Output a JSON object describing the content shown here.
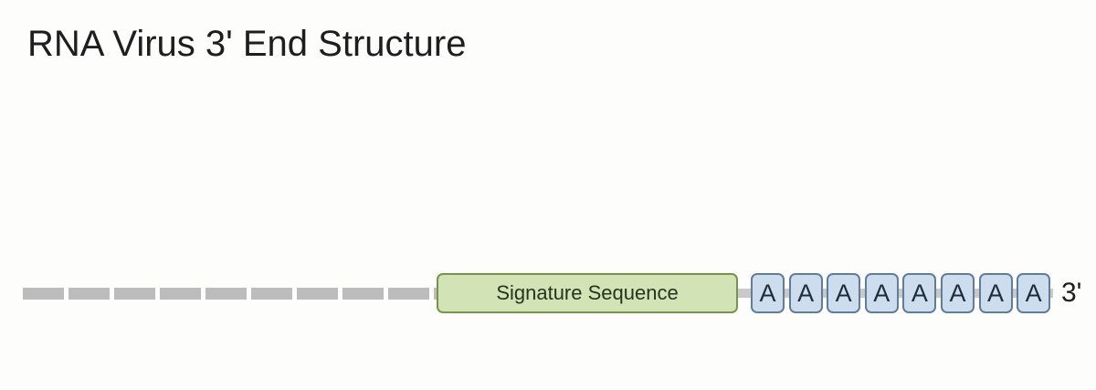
{
  "page": {
    "title": "RNA Virus 3' End Structure",
    "background_color": "#fdfdfc",
    "title_color": "#1e1e1e"
  },
  "diagram": {
    "upstream_rna_line": {
      "style": "dashed",
      "color": "#bcbcbc",
      "dash_count": 10
    },
    "connector_line": {
      "color": "#c9c9c9"
    },
    "signature_box": {
      "label": "Signature Sequence",
      "fill_color": "#d2e3b6",
      "border_color": "#78954e",
      "text_color": "#24341f"
    },
    "poly_a_tail": {
      "units": [
        "A",
        "A",
        "A",
        "A",
        "A",
        "A",
        "A",
        "A"
      ],
      "unit_count": 8,
      "fill_color": "#cedded",
      "border_color": "#607e9c",
      "text_color": "#1d2d3f"
    },
    "end_label": "3'"
  }
}
